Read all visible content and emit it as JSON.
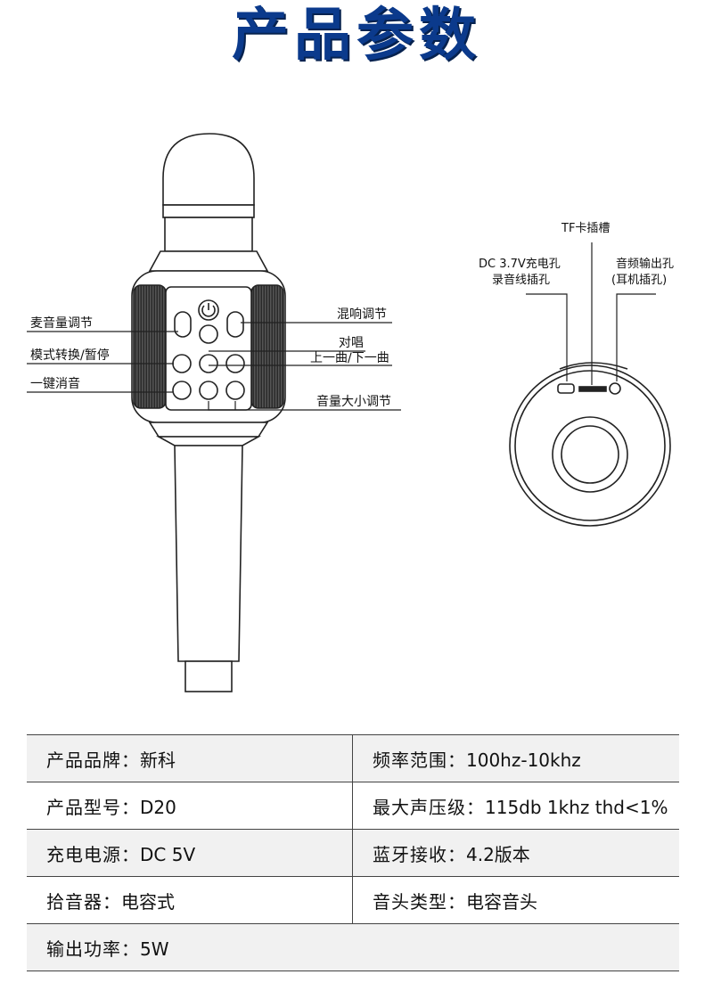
{
  "title": "产品参数",
  "mic_labels": {
    "left": [
      "麦音量调节",
      "模式转换/暂停",
      "一键消音"
    ],
    "right": [
      "混响调节",
      "对唱",
      "上一曲/下一曲",
      "音量大小调节"
    ]
  },
  "bottom_labels": {
    "tf": "TF卡插槽",
    "dc_line1": "DC 3.7V充电孔",
    "dc_line2": "录音线插孔",
    "audio_line1": "音频输出孔",
    "audio_line2": "(耳机插孔)"
  },
  "specs": [
    {
      "left_key": "产品品牌：",
      "left_val": "新科",
      "right_key": "频率范围：",
      "right_val": "100hz-10khz"
    },
    {
      "left_key": "产品型号：",
      "left_val": "D20",
      "right_key": "最大声压级：",
      "right_val": "115db 1khz thd<1%"
    },
    {
      "left_key": "充电电源：",
      "left_val": "DC 5V",
      "right_key": "蓝牙接收：",
      "right_val": "4.2版本"
    },
    {
      "left_key": "拾音器：",
      "left_val": "电容式",
      "right_key": "音头类型：",
      "right_val": "电容音头"
    },
    {
      "left_key": "输出功率：",
      "left_val": "5W"
    }
  ]
}
